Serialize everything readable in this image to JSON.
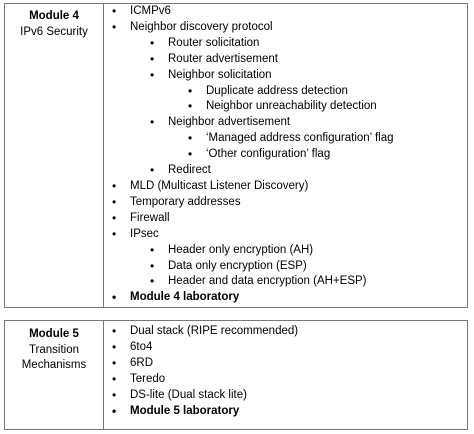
{
  "module4": {
    "title": "Module 4",
    "subtitle": "IPv6 Security",
    "items": [
      {
        "label": "ICMPv6"
      },
      {
        "label": "Neighbor discovery protocol",
        "children": [
          {
            "label": "Router solicitation"
          },
          {
            "label": "Router advertisement"
          },
          {
            "label": "Neighbor solicitation",
            "children": [
              {
                "label": "Duplicate address detection"
              },
              {
                "label": "Neighbor unreachability detection"
              }
            ]
          },
          {
            "label": "Neighbor advertisement",
            "children": [
              {
                "label": "‘Managed address configuration’ flag"
              },
              {
                "label": "‘Other configuration’ flag"
              }
            ]
          },
          {
            "label": "Redirect"
          }
        ]
      },
      {
        "label": "MLD (Multicast Listener Discovery)"
      },
      {
        "label": "Temporary addresses"
      },
      {
        "label": "Firewall"
      },
      {
        "label": "IPsec",
        "children": [
          {
            "label": "Header only encryption (AH)"
          },
          {
            "label": "Data only encryption (ESP)"
          },
          {
            "label": "Header and data encryption (AH+ESP)"
          }
        ]
      },
      {
        "label": "Module 4 laboratory"
      }
    ]
  },
  "module5": {
    "title": "Module 5",
    "subtitle_line1": "Transition",
    "subtitle_line2": "Mechanisms",
    "items": [
      {
        "label": "Dual stack (RIPE recommended)"
      },
      {
        "label": "6to4"
      },
      {
        "label": "6RD"
      },
      {
        "label": "Teredo"
      },
      {
        "label": "DS-lite (Dual stack lite)"
      },
      {
        "label": "Module 5 laboratory"
      }
    ]
  }
}
